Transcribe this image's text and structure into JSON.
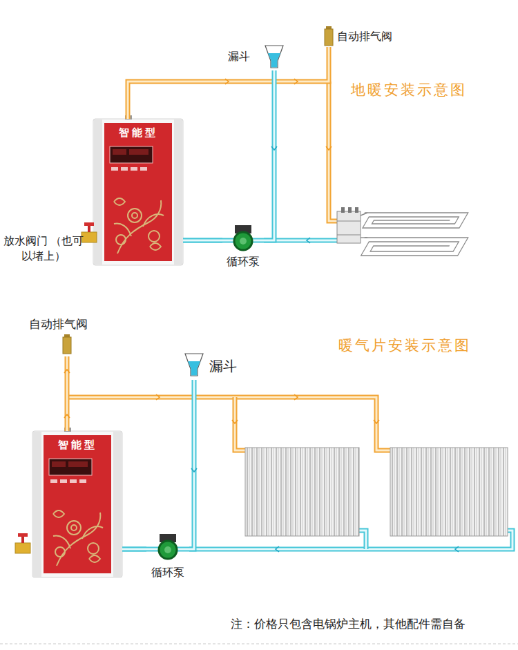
{
  "diagram": {
    "nodes": [
      {
        "text": [
          "智能型"
        ]
      },
      {
        "text": [
          "漏斗"
        ]
      },
      {
        "text": [
          "自动排气阀"
        ]
      },
      {
        "text": [
          "循环泵"
        ]
      },
      {
        "text": [
          "放水阀门 （也可以堵上）"
        ]
      },
      {
        "text": [
          "自动排气阀"
        ]
      },
      {
        "text": [
          "漏斗"
        ]
      },
      {
        "text": [
          "智能型"
        ]
      },
      {
        "text": [
          "循环泵"
        ]
      }
    ],
    "edges": [
      {
        "from": 0,
        "to": 2,
        "arrow": "none"
      },
      {
        "from": 1,
        "to": 3,
        "arrow": "none"
      },
      {
        "from": 3,
        "to": 0,
        "arrow": "none"
      },
      {
        "from": 7,
        "to": 5,
        "arrow": "none"
      },
      {
        "from": 6,
        "to": 8,
        "arrow": "none"
      },
      {
        "from": 8,
        "to": 7,
        "arrow": "none"
      }
    ],
    "labels": [
      "地暖安装示意图",
      "暖气片安装示意图",
      "注：价格只包含电锅炉主机，其他配件需自备"
    ]
  }
}
